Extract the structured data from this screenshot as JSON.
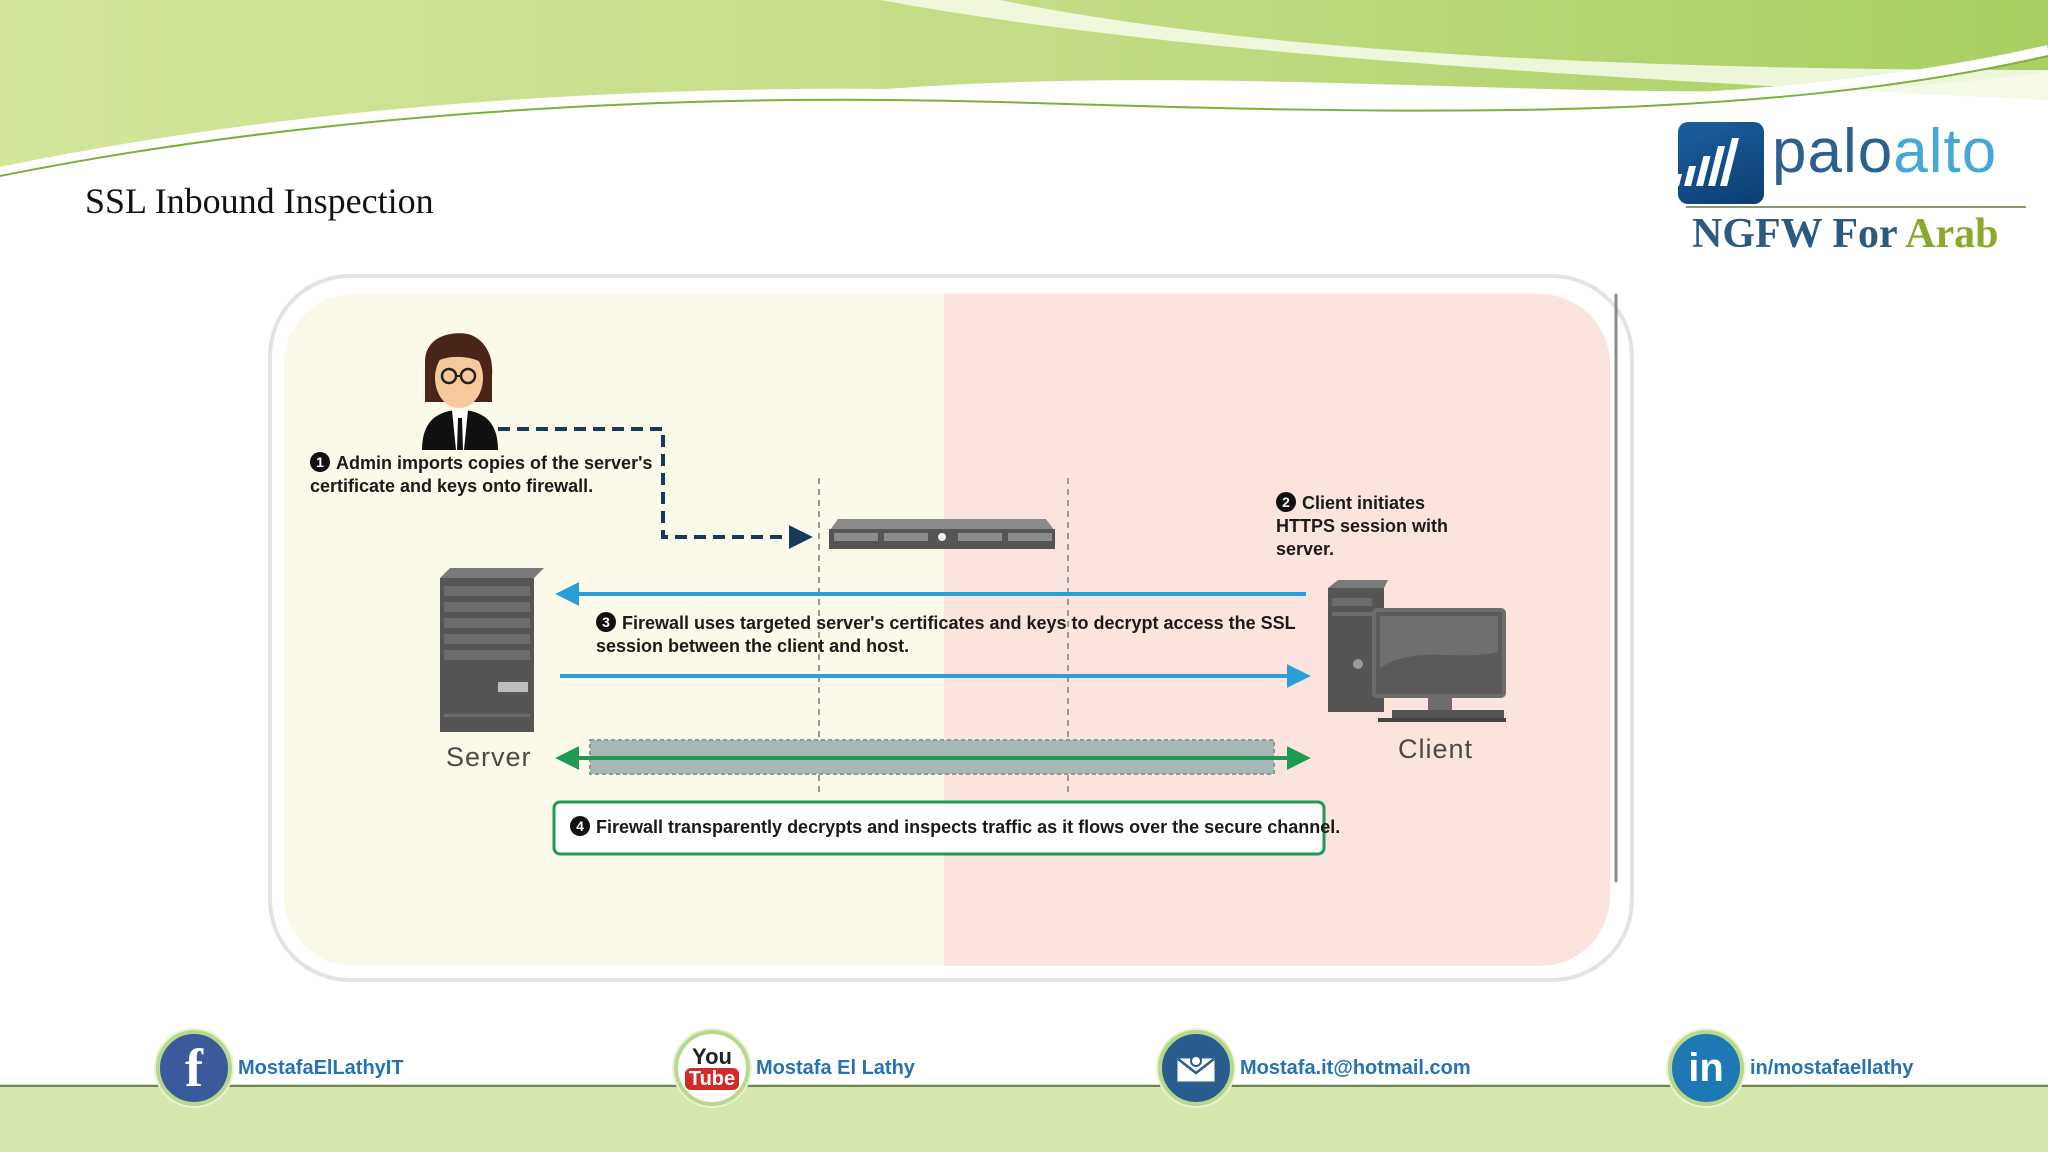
{
  "page": {
    "title": "SSL Inbound Inspection"
  },
  "logo": {
    "word_1": "palo",
    "word_2": "alto",
    "sub_1": "NGFW For",
    "sub_2": "Arab"
  },
  "diagram": {
    "steps": [
      {
        "num": "1",
        "lines": [
          "Admin imports copies of the server's",
          "certificate and keys onto firewall."
        ]
      },
      {
        "num": "2",
        "lines": [
          "Client initiates",
          "HTTPS session with",
          "server."
        ]
      },
      {
        "num": "3",
        "lines": [
          "Firewall uses targeted server's certificates and keys to decrypt access the SSL",
          "session between the client and host."
        ]
      },
      {
        "num": "4",
        "lines": [
          "Firewall transparently decrypts and inspects traffic as it flows over the secure channel."
        ]
      }
    ],
    "server_label": "Server",
    "client_label": "Client",
    "colors": {
      "left_zone": "#fbf9e9",
      "right_zone": "#fbe3de",
      "blue_arrow": "#2a9fd6",
      "green_arrow": "#1f9a53",
      "dashed_arrow": "#163a5c"
    }
  },
  "footer": {
    "items": [
      {
        "icon": "facebook-icon",
        "text": "MostafaElLathyIT"
      },
      {
        "icon": "youtube-icon",
        "text": "Mostafa El Lathy",
        "icon_text_1": "You",
        "icon_text_2": "Tube"
      },
      {
        "icon": "email-icon",
        "text": "Mostafa.it@hotmail.com"
      },
      {
        "icon": "linkedin-icon",
        "text": "in/mostafaellathy",
        "icon_text": "in"
      }
    ],
    "colors": {
      "link": "#2672b3",
      "ring": "#b8d98a",
      "band": "#d6e8ad"
    }
  }
}
